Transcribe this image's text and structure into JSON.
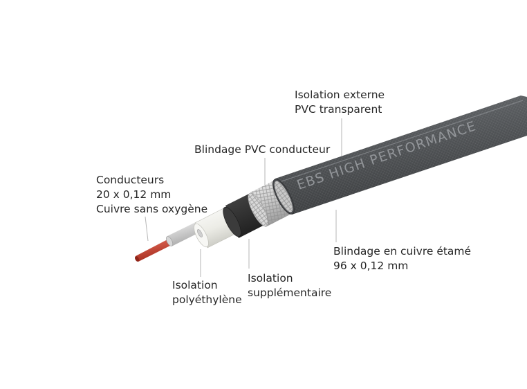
{
  "diagram": {
    "cable_print": "EBS HIGH PERFORMANCE",
    "labels": {
      "outer_insulation": {
        "line1": "Isolation externe",
        "line2": "PVC transparent"
      },
      "pvc_shield": {
        "line1": "Blindage PVC conducteur"
      },
      "conductors": {
        "line1": "Conducteurs",
        "line2": "20 x 0,12 mm",
        "line3": "Cuivre sans oxygène"
      },
      "copper_shield": {
        "line1": "Blindage en cuivre étamé",
        "line2": "96 x 0,12 mm"
      },
      "extra_insulation": {
        "line1": "Isolation",
        "line2": "supplémentaire"
      },
      "poly_insulation": {
        "line1": "Isolation",
        "line2": "polyéthylène"
      }
    },
    "colors": {
      "jacket": "#56595c",
      "braid": "#cfcfcf",
      "pvc_shield": "#2e2e2e",
      "dielectric": "#f4f4f0",
      "conductor": "#c0392b",
      "leader": "#b5b5b5"
    }
  }
}
